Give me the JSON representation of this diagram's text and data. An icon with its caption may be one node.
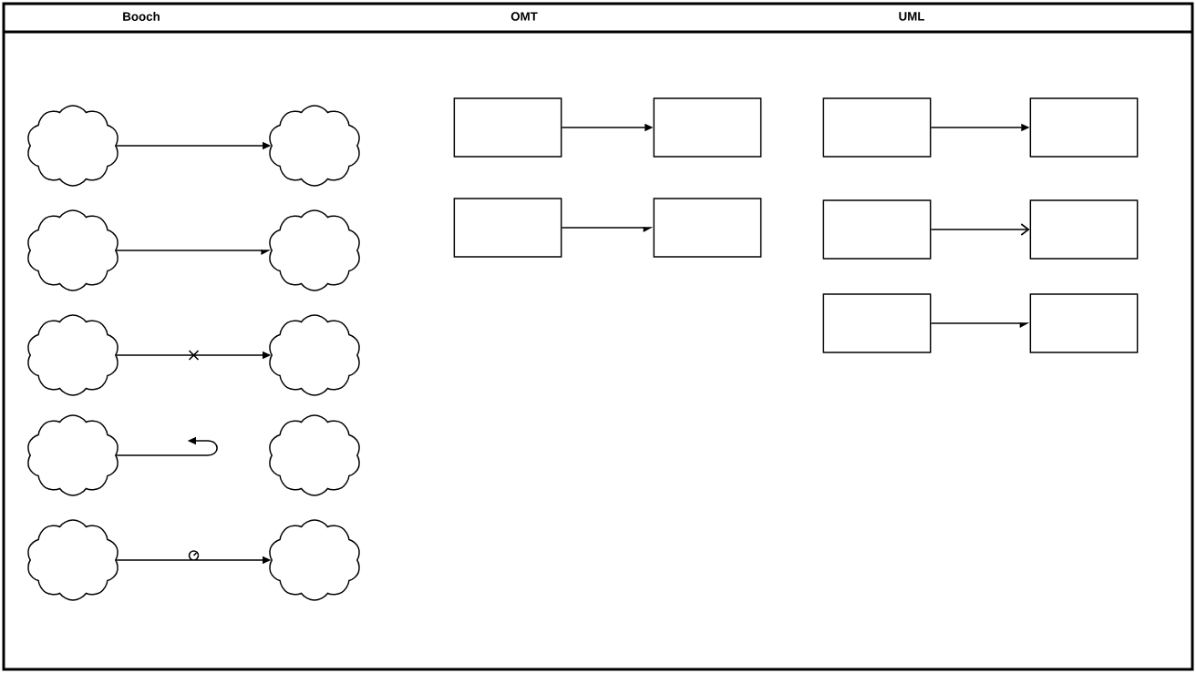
{
  "diagram": {
    "nodes": [
      {
        "text": [],
        "shape": "cloud"
      },
      {
        "text": [],
        "shape": "cloud"
      },
      {
        "text": [],
        "shape": "cloud"
      },
      {
        "text": [],
        "shape": "cloud"
      },
      {
        "text": [],
        "shape": "cloud"
      },
      {
        "text": [],
        "shape": "cloud"
      },
      {
        "text": [],
        "shape": "cloud"
      },
      {
        "text": [],
        "shape": "cloud"
      },
      {
        "text": [],
        "shape": "cloud"
      },
      {
        "text": [],
        "shape": "cloud"
      },
      {
        "text": [],
        "shape": "box"
      },
      {
        "text": [],
        "shape": "box"
      },
      {
        "text": [],
        "shape": "box"
      },
      {
        "text": [],
        "shape": "box"
      },
      {
        "text": [],
        "shape": "box"
      },
      {
        "text": [],
        "shape": "box"
      },
      {
        "text": [],
        "shape": "box"
      },
      {
        "text": [],
        "shape": "box"
      },
      {
        "text": [],
        "shape": "box"
      },
      {
        "text": [],
        "shape": "box"
      }
    ],
    "edges": [
      {
        "from": 0,
        "to": 1,
        "arrow": "to"
      },
      {
        "from": 2,
        "to": 3,
        "arrow": "to"
      },
      {
        "from": 4,
        "to": 5,
        "arrow": "to"
      },
      {
        "from": 6,
        "to": null,
        "arrow": "to"
      },
      {
        "from": 8,
        "to": 9,
        "arrow": "to"
      },
      {
        "from": 10,
        "to": 11,
        "arrow": "to"
      },
      {
        "from": 12,
        "to": 13,
        "arrow": "to"
      },
      {
        "from": 14,
        "to": 15,
        "arrow": "to"
      },
      {
        "from": 16,
        "to": 17,
        "arrow": "to"
      },
      {
        "from": 18,
        "to": 19,
        "arrow": "to"
      }
    ],
    "labels": [
      "Booch",
      "OMT",
      "UML"
    ]
  }
}
